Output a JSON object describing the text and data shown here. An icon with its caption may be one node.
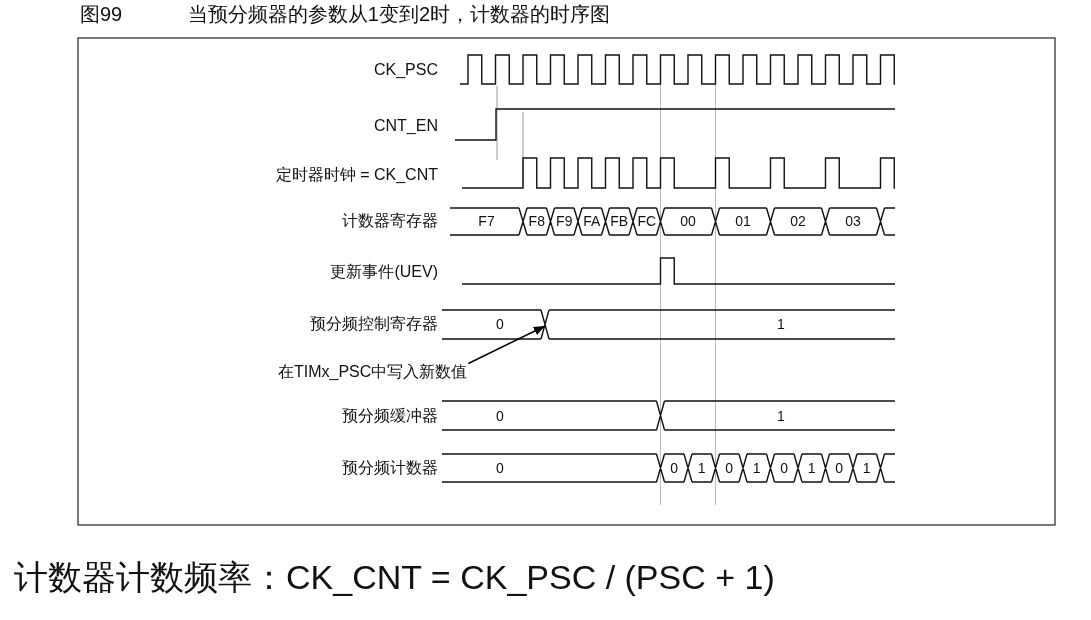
{
  "diagram": {
    "title": "图99 当预分频器的参数从1变到2时，计数器的时序图",
    "caption": "计数器计数频率：CK_CNT = CK_PSC / (PSC + 1)",
    "nodes": [
      {
        "text": [
          "在TIMx_PSC中写入新数值"
        ]
      },
      {
        "text": [],
        "shape": "cross"
      }
    ],
    "edges": [
      {
        "from": 0,
        "to": 1,
        "arrow": "to"
      }
    ],
    "labels": [
      "CK_PSC",
      "CNT_EN",
      "定时器时钟 = CK_CNT",
      "计数器寄存器",
      "F7",
      "F8",
      "F9",
      "FA",
      "FB",
      "FC",
      "00",
      "01",
      "02",
      "03",
      "更新事件(UEV)",
      "预分频控制寄存器",
      "0",
      "1",
      "预分频缓冲器",
      "0",
      "1",
      "预分频计数器",
      "0",
      "0",
      "1",
      "0",
      "1",
      "0",
      "1",
      "0",
      "1"
    ]
  }
}
